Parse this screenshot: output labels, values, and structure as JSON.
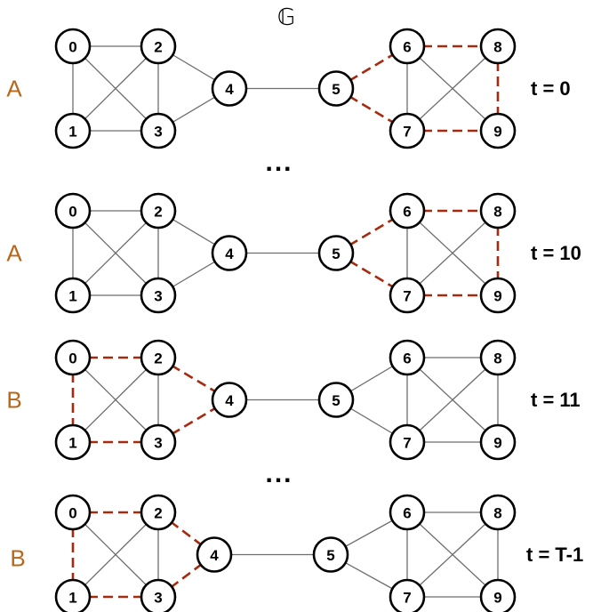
{
  "title": "𝔾",
  "colors": {
    "highlight": "#a52a0f",
    "row_letter": "#b8671a",
    "edge": "#6e6e6e"
  },
  "ellipsis": "...",
  "rows": [
    {
      "letter": "A",
      "time": "t = 0",
      "highlight": "right"
    },
    {
      "letter": "A",
      "time": "t = 10",
      "highlight": "right"
    },
    {
      "letter": "B",
      "time": "t = 11",
      "highlight": "left"
    },
    {
      "letter": "B",
      "time": "t = T-1",
      "highlight": "left"
    }
  ],
  "graph": {
    "nodes": [
      "0",
      "1",
      "2",
      "3",
      "4",
      "5",
      "6",
      "7",
      "8",
      "9"
    ],
    "edges": [
      [
        "0",
        "2"
      ],
      [
        "0",
        "1"
      ],
      [
        "0",
        "3"
      ],
      [
        "1",
        "2"
      ],
      [
        "1",
        "3"
      ],
      [
        "2",
        "3"
      ],
      [
        "2",
        "4"
      ],
      [
        "3",
        "4"
      ],
      [
        "4",
        "5"
      ],
      [
        "5",
        "6"
      ],
      [
        "5",
        "7"
      ],
      [
        "6",
        "8"
      ],
      [
        "6",
        "7"
      ],
      [
        "6",
        "9"
      ],
      [
        "7",
        "8"
      ],
      [
        "7",
        "9"
      ],
      [
        "8",
        "9"
      ]
    ],
    "left_cycle": [
      [
        "0",
        "2"
      ],
      [
        "2",
        "4"
      ],
      [
        "4",
        "3"
      ],
      [
        "3",
        "1"
      ],
      [
        "1",
        "0"
      ]
    ],
    "right_cycle": [
      [
        "5",
        "6"
      ],
      [
        "6",
        "8"
      ],
      [
        "8",
        "9"
      ],
      [
        "9",
        "7"
      ],
      [
        "7",
        "5"
      ]
    ]
  }
}
